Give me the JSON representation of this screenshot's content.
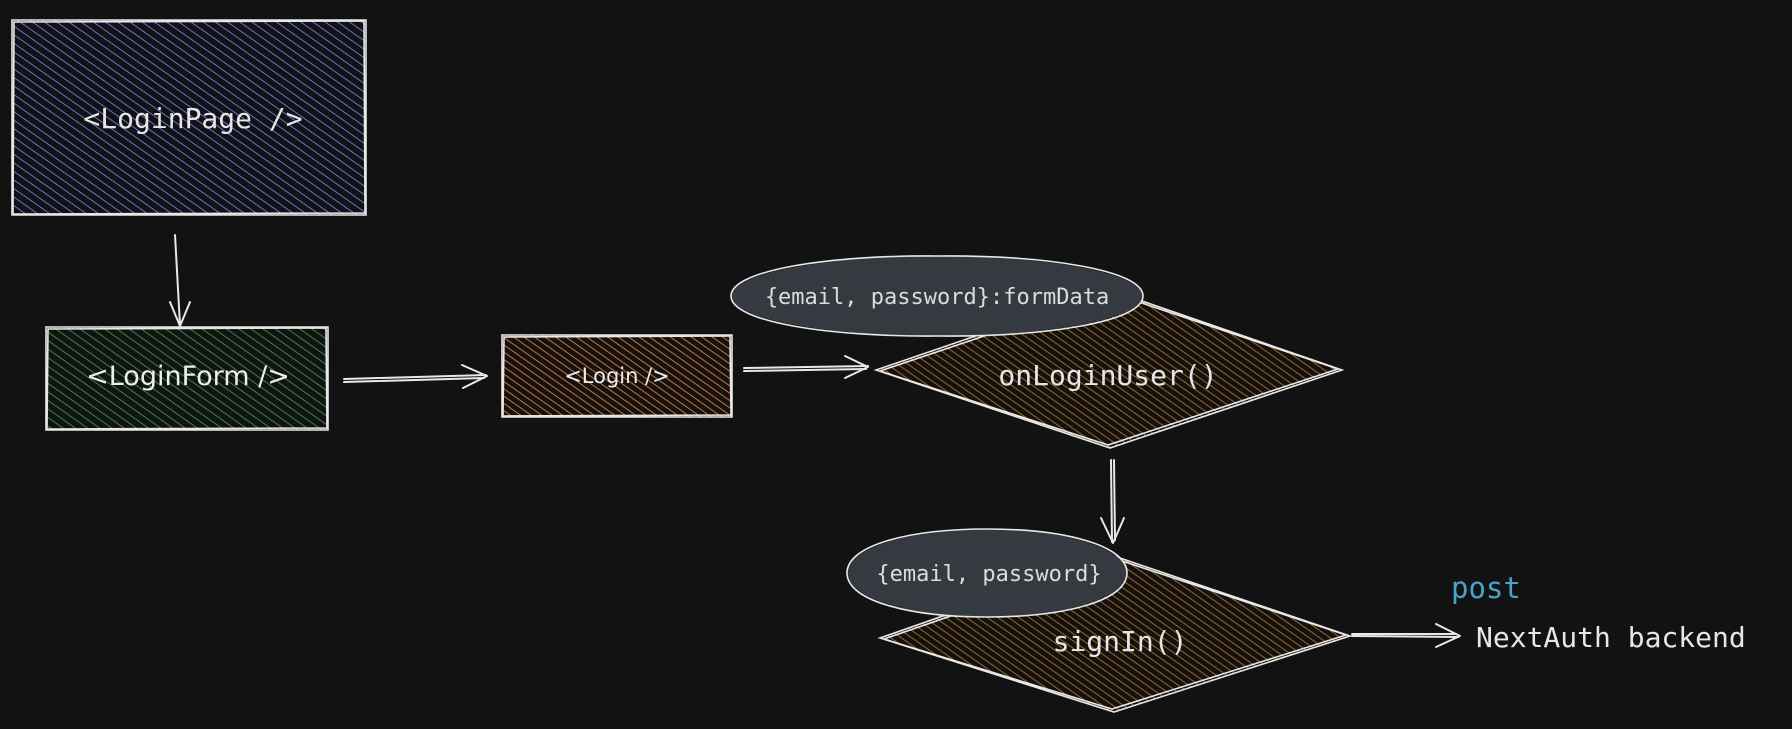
{
  "nodes": {
    "login_page": {
      "label": "<LoginPage />",
      "color": "#5b63c9"
    },
    "login_form": {
      "label": "<LoginForm />",
      "color": "#2f8a3e"
    },
    "login": {
      "label": "<Login />",
      "color": "#c8692a"
    },
    "on_login_user": {
      "label": "onLoginUser()",
      "color": "#a5641b"
    },
    "sign_in": {
      "label": "signIn()",
      "color": "#a5641b"
    }
  },
  "annotations": {
    "form_data": "{email, password}:formData",
    "credentials": "{email, password}"
  },
  "edges": {
    "post_label": "post",
    "post_label_color": "#4aa3c7",
    "target": "NextAuth backend"
  },
  "colors": {
    "background": "#121212",
    "ellipse_fill": "#343a40",
    "stroke": "#e8e8e8"
  }
}
